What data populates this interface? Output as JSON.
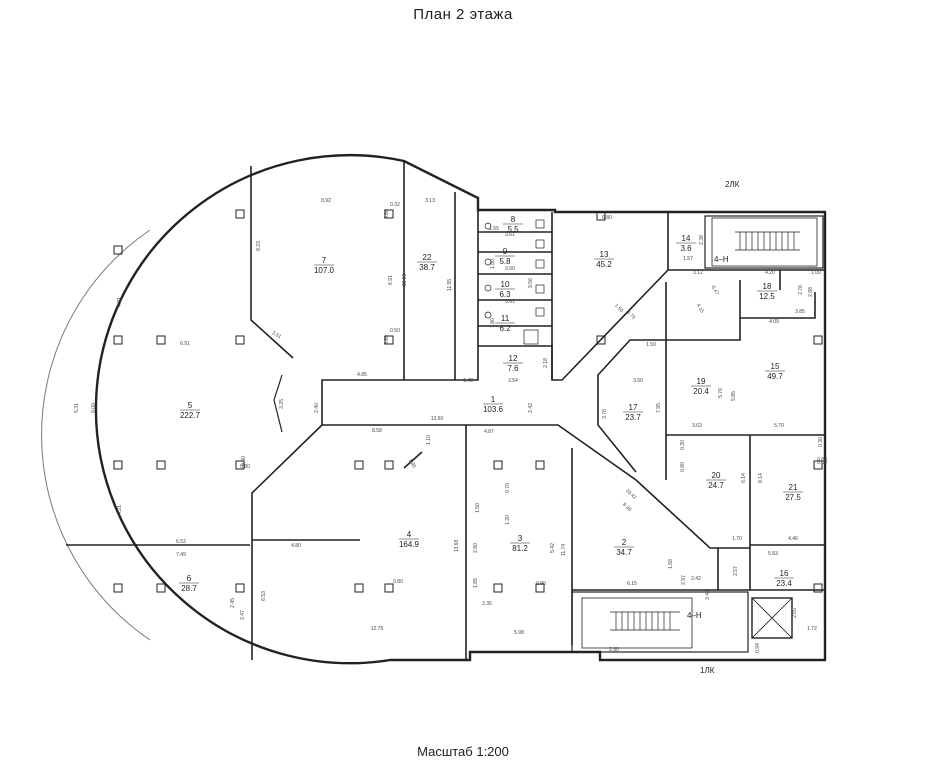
{
  "header": {
    "title": "План  2  этажа"
  },
  "footer": {
    "scale": "Масштаб  1:200"
  },
  "stair_labels": {
    "top": "2ЛК",
    "bottom": "1ЛК"
  },
  "stair_tags": {
    "upper": "4–Н",
    "lower": "4–Н"
  },
  "rooms": [
    {
      "id": "1",
      "number": "1",
      "area": "103.6"
    },
    {
      "id": "2",
      "number": "2",
      "area": "34.7"
    },
    {
      "id": "3",
      "number": "3",
      "area": "81.2"
    },
    {
      "id": "4",
      "number": "4",
      "area": "164.9"
    },
    {
      "id": "5",
      "number": "5",
      "area": "222.7"
    },
    {
      "id": "6",
      "number": "6",
      "area": "28.7"
    },
    {
      "id": "7",
      "number": "7",
      "area": "107.0"
    },
    {
      "id": "8",
      "number": "8",
      "area": "5.5"
    },
    {
      "id": "9",
      "number": "9",
      "area": "5.8"
    },
    {
      "id": "10",
      "number": "10",
      "area": "6.3"
    },
    {
      "id": "11",
      "number": "11",
      "area": "6.2"
    },
    {
      "id": "12",
      "number": "12",
      "area": "7.6"
    },
    {
      "id": "13",
      "number": "13",
      "area": "45.2"
    },
    {
      "id": "14",
      "number": "14",
      "area": "3.6"
    },
    {
      "id": "15",
      "number": "15",
      "area": "49.7"
    },
    {
      "id": "16",
      "number": "16",
      "area": "23.4"
    },
    {
      "id": "17",
      "number": "17",
      "area": "23.7"
    },
    {
      "id": "18",
      "number": "18",
      "area": "12.5"
    },
    {
      "id": "19",
      "number": "19",
      "area": "20.4"
    },
    {
      "id": "20",
      "number": "20",
      "area": "24.7"
    },
    {
      "id": "21",
      "number": "21",
      "area": "27.5"
    },
    {
      "id": "22",
      "number": "22",
      "area": "38.7"
    }
  ],
  "dimensions": [
    "8.92",
    "3.13",
    "0.32",
    "0.80",
    "8.23",
    "6.91",
    "13.00",
    "11.55",
    "0.50",
    "0.80",
    "4.85",
    "3.51",
    "1.55",
    "3.61",
    "1.80",
    "3.60",
    "3.61",
    "1.80",
    "3.54",
    "2.18",
    "1.48",
    "6.80",
    "9.56",
    "1.50",
    "3.75",
    "2.38",
    "1.57",
    "3.12",
    "4.20",
    "1.00",
    "2.76",
    "2.88",
    "3.85",
    "4.09",
    "4.15",
    "0.47",
    "1.50",
    "3.50",
    "3.76",
    "7.95",
    "5.76",
    "5.85",
    "3.63",
    "5.70",
    "0.80",
    "0.30",
    "0.80",
    "0.30",
    "0.80",
    "6.14",
    "8.14",
    "4.46",
    "1.70",
    "5.83",
    "2.57",
    "2.42",
    "2.97",
    "1.68",
    "3.40",
    "10.42",
    "8.30",
    "6.15",
    "11.74",
    "5.42",
    "4.87",
    "2.42",
    "13.60",
    "8.58",
    "1.10",
    "1.80",
    "0.70",
    "1.50",
    "1.20",
    "2.80",
    "1.85",
    "0.90",
    "2.35",
    "5.98",
    "13.68",
    "0.80",
    "12.75",
    "6.53",
    "4.80",
    "6.52",
    "7.49",
    "2.45",
    "2.47",
    "4.21",
    "5.31",
    "8.00",
    "6.91",
    "4.21",
    "3.25",
    "2.40",
    "0.80",
    "0.80",
    "2.90",
    "1.72",
    "2.65",
    "0.94"
  ]
}
